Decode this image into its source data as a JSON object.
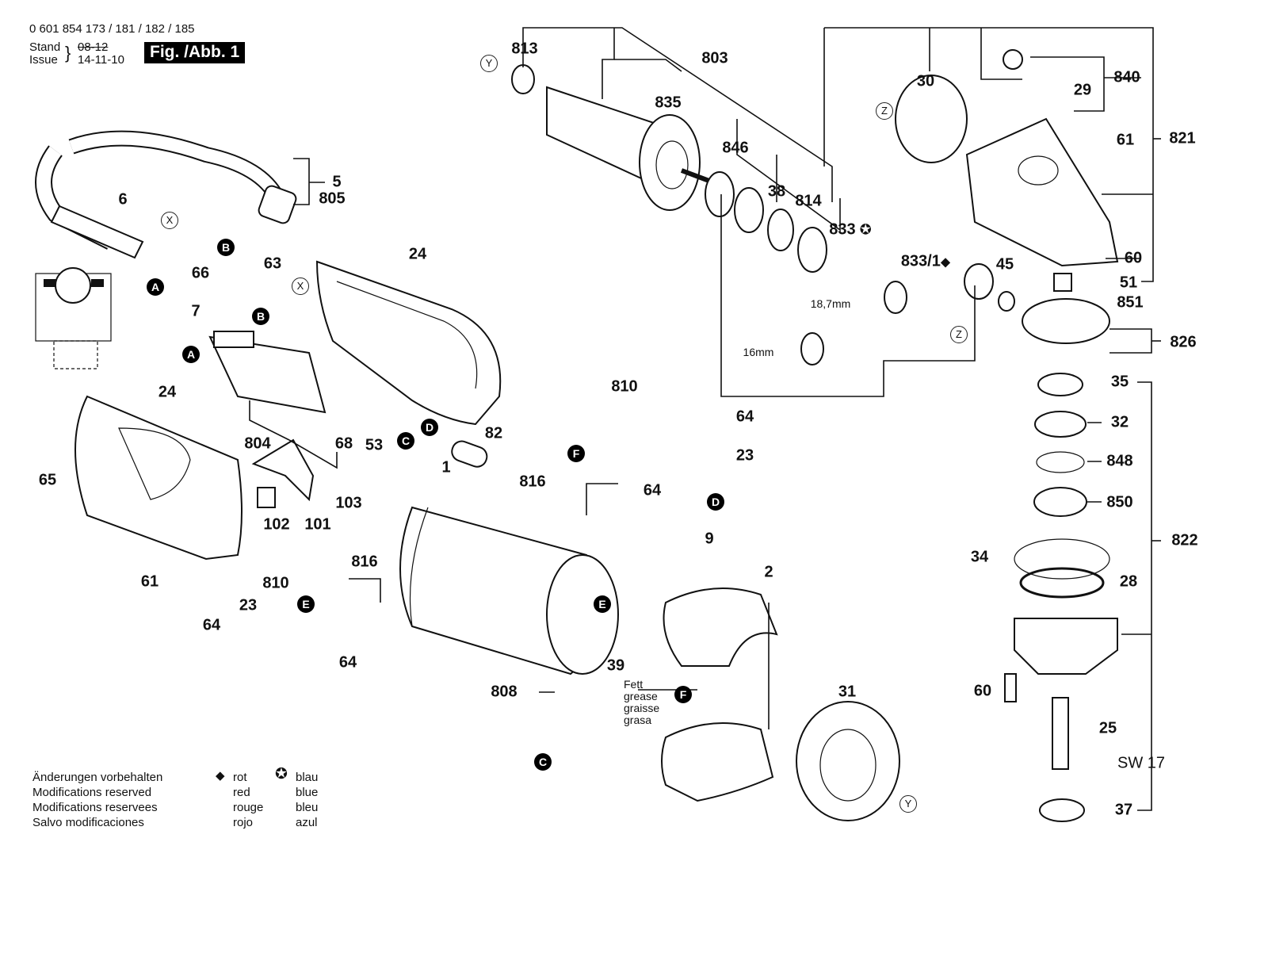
{
  "header": {
    "part_numbers": "0 601 854 173 / 181 / 182 / 185",
    "stand_label": "Stand",
    "issue_label": "Issue",
    "old_date": "08-12",
    "date": "14-11-10",
    "figure_label": "Fig. /Abb. 1"
  },
  "callouts": [
    {
      "id": "813",
      "label": "813"
    },
    {
      "id": "803",
      "label": "803"
    },
    {
      "id": "835",
      "label": "835"
    },
    {
      "id": "846",
      "label": "846"
    },
    {
      "id": "38",
      "label": "38"
    },
    {
      "id": "814",
      "label": "814"
    },
    {
      "id": "833",
      "label": "833"
    },
    {
      "id": "833-1",
      "label": "833/1"
    },
    {
      "id": "30",
      "label": "30"
    },
    {
      "id": "29",
      "label": "29"
    },
    {
      "id": "840",
      "label": "840"
    },
    {
      "id": "61a",
      "label": "61"
    },
    {
      "id": "821",
      "label": "821"
    },
    {
      "id": "60a",
      "label": "60"
    },
    {
      "id": "51",
      "label": "51"
    },
    {
      "id": "851",
      "label": "851"
    },
    {
      "id": "45",
      "label": "45"
    },
    {
      "id": "826",
      "label": "826"
    },
    {
      "id": "35",
      "label": "35"
    },
    {
      "id": "32",
      "label": "32"
    },
    {
      "id": "848",
      "label": "848"
    },
    {
      "id": "850",
      "label": "850"
    },
    {
      "id": "822",
      "label": "822"
    },
    {
      "id": "34",
      "label": "34"
    },
    {
      "id": "28",
      "label": "28"
    },
    {
      "id": "60b",
      "label": "60"
    },
    {
      "id": "25",
      "label": "25"
    },
    {
      "id": "37",
      "label": "37"
    },
    {
      "id": "5",
      "label": "5"
    },
    {
      "id": "805",
      "label": "805"
    },
    {
      "id": "6",
      "label": "6"
    },
    {
      "id": "66",
      "label": "66"
    },
    {
      "id": "63",
      "label": "63"
    },
    {
      "id": "7",
      "label": "7"
    },
    {
      "id": "24a",
      "label": "24"
    },
    {
      "id": "24b",
      "label": "24"
    },
    {
      "id": "65",
      "label": "65"
    },
    {
      "id": "61b",
      "label": "61"
    },
    {
      "id": "804",
      "label": "804"
    },
    {
      "id": "68",
      "label": "68"
    },
    {
      "id": "53",
      "label": "53"
    },
    {
      "id": "82",
      "label": "82"
    },
    {
      "id": "102",
      "label": "102"
    },
    {
      "id": "101",
      "label": "101"
    },
    {
      "id": "103",
      "label": "103"
    },
    {
      "id": "1",
      "label": "1"
    },
    {
      "id": "810a",
      "label": "810"
    },
    {
      "id": "64a",
      "label": "64"
    },
    {
      "id": "23a",
      "label": "23"
    },
    {
      "id": "816a",
      "label": "816"
    },
    {
      "id": "64b",
      "label": "64"
    },
    {
      "id": "9",
      "label": "9"
    },
    {
      "id": "2",
      "label": "2"
    },
    {
      "id": "816b",
      "label": "816"
    },
    {
      "id": "810b",
      "label": "810"
    },
    {
      "id": "23b",
      "label": "23"
    },
    {
      "id": "64c",
      "label": "64"
    },
    {
      "id": "64d",
      "label": "64"
    },
    {
      "id": "39",
      "label": "39"
    },
    {
      "id": "808",
      "label": "808"
    },
    {
      "id": "31",
      "label": "31"
    }
  ],
  "plain_labels": {
    "sw17": "SW 17",
    "dim_187": "18,7mm",
    "dim_16": "16mm"
  },
  "grease_note": [
    "Fett",
    "grease",
    "graisse",
    "grasa"
  ],
  "connection_markers": [
    {
      "id": "A1",
      "label": "A"
    },
    {
      "id": "A2",
      "label": "A"
    },
    {
      "id": "B1",
      "label": "B"
    },
    {
      "id": "B2",
      "label": "B"
    },
    {
      "id": "C1",
      "label": "C"
    },
    {
      "id": "C2",
      "label": "C"
    },
    {
      "id": "D1",
      "label": "D"
    },
    {
      "id": "D2",
      "label": "D"
    },
    {
      "id": "E1",
      "label": "E"
    },
    {
      "id": "E2",
      "label": "E"
    },
    {
      "id": "F1",
      "label": "F"
    },
    {
      "id": "F2",
      "label": "F"
    }
  ],
  "reference_markers": [
    {
      "id": "X1",
      "label": "X"
    },
    {
      "id": "X2",
      "label": "X"
    },
    {
      "id": "Y1",
      "label": "Y"
    },
    {
      "id": "Y2",
      "label": "Y"
    },
    {
      "id": "Z1",
      "label": "Z"
    },
    {
      "id": "Z2",
      "label": "Z"
    }
  ],
  "legend": {
    "disclaimer": [
      "Änderungen vorbehalten",
      "Modifications reserved",
      "Modifications reservees",
      "Salvo modificaciones"
    ],
    "symbols": [
      {
        "icon": "diamond-icon",
        "glyph": "◆",
        "labels": [
          "rot",
          "red",
          "rouge",
          "rojo"
        ]
      },
      {
        "icon": "star-circle-icon",
        "glyph": "✪",
        "labels": [
          "blau",
          "blue",
          "bleu",
          "azul"
        ]
      }
    ]
  }
}
